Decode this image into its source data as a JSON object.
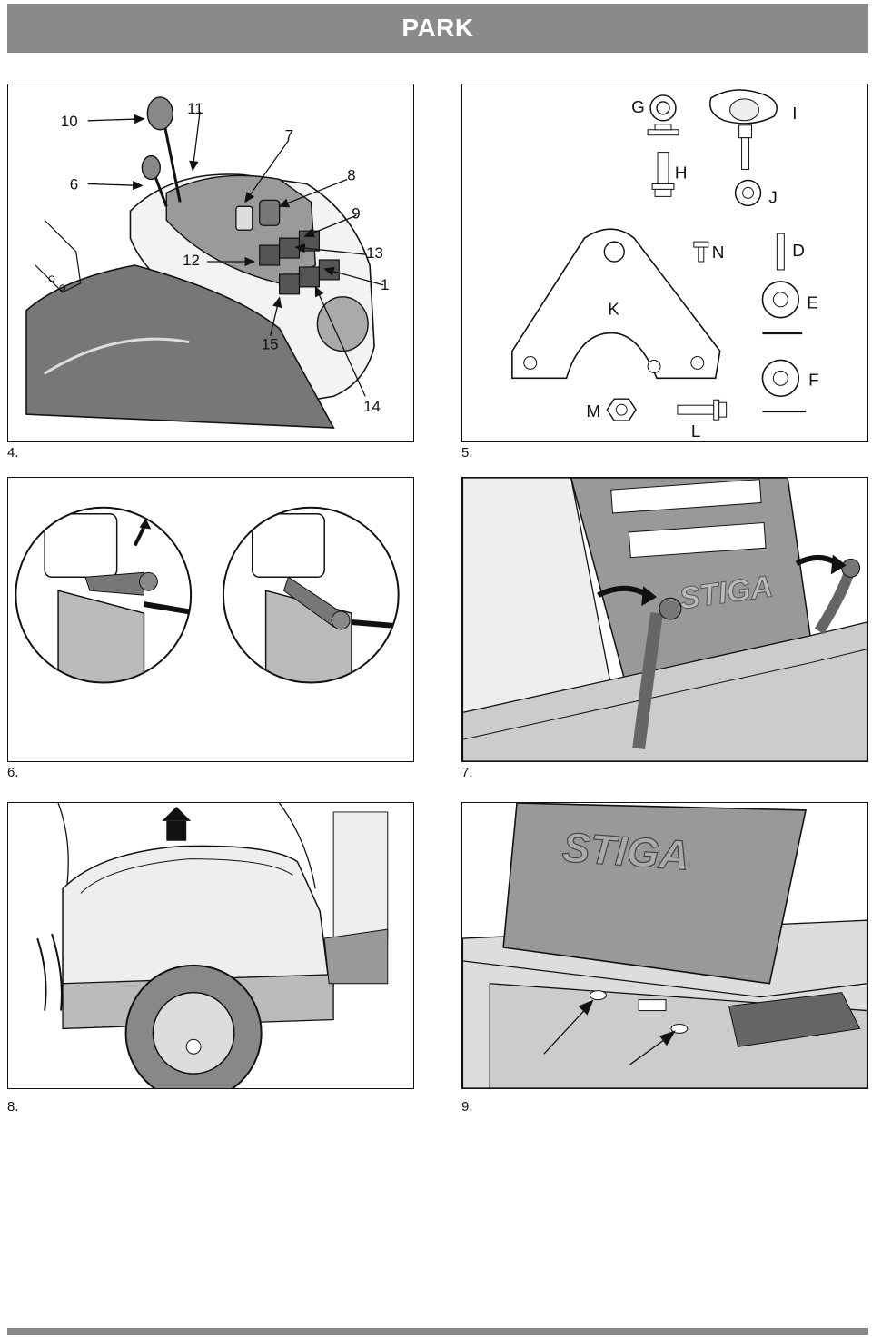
{
  "header": {
    "title": "PARK"
  },
  "figures": [
    {
      "caption": "4.",
      "callouts": [
        "10",
        "11",
        "7",
        "6",
        "8",
        "9",
        "12",
        "13",
        "1",
        "15",
        "14"
      ]
    },
    {
      "caption": "5.",
      "parts": [
        "G",
        "H",
        "I",
        "J",
        "N",
        "D",
        "K",
        "E",
        "F",
        "M",
        "L"
      ]
    },
    {
      "caption": "6."
    },
    {
      "caption": "7.",
      "brand": "STIGA"
    },
    {
      "caption": "8."
    },
    {
      "caption": "9.",
      "brand": "STIGA"
    }
  ]
}
